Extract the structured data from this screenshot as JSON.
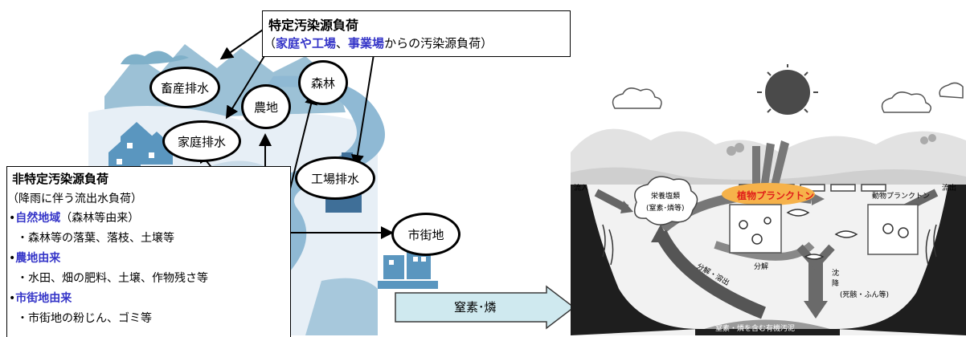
{
  "left_scene": {
    "ovals": [
      {
        "id": "chikusan",
        "label": "畜産排水"
      },
      {
        "id": "nouchi",
        "label": "農地"
      },
      {
        "id": "shinrin",
        "label": "森林"
      },
      {
        "id": "katei",
        "label": "家庭排水"
      },
      {
        "id": "koujou",
        "label": "工場排水"
      },
      {
        "id": "shigaichi",
        "label": "市街地"
      }
    ]
  },
  "point_source_box": {
    "title": "特定汚染源負荷",
    "line_open": "（",
    "blue1": "家庭や工場",
    "sep": "、",
    "blue2": "事業場",
    "rest": "からの汚染源負荷）"
  },
  "nonpoint_box": {
    "title": "非特定汚染源負荷",
    "subtitle": "（降雨に伴う流出水負荷）",
    "bullet": "•",
    "items": [
      {
        "head": "自然地域",
        "head_suffix": "（森林等由来）",
        "detail": "・森林等の落葉、落枝、土壌等"
      },
      {
        "head": "農地由来",
        "head_suffix": "",
        "detail": "・水田、畑の肥料、土壌、作物残さ等"
      },
      {
        "head": "市街地由来",
        "head_suffix": "",
        "detail": "・市街地の粉じん、ゴミ等"
      }
    ]
  },
  "arrow_label": "窒素･燐",
  "right_scene": {
    "inflow": "流入",
    "outflow": "流出",
    "nutrients_line1": "栄養塩類",
    "nutrients_line2": "(窒素･燐等)",
    "phyto": "植物プランクトン",
    "zoo": "動物プランクトン",
    "decomp1": "分解・溶出",
    "decomp2": "分解",
    "sink1": "沈",
    "sink2": "降",
    "dead": "(死骸・ふん等)",
    "sludge": "窒素・燐を含む有機汚泥"
  },
  "colors": {
    "blue_text": "#3535c8",
    "arrow_fill": "#cfe9ef",
    "phyto_red": "#e0201a",
    "phyto_glow": "#f6b24a"
  }
}
